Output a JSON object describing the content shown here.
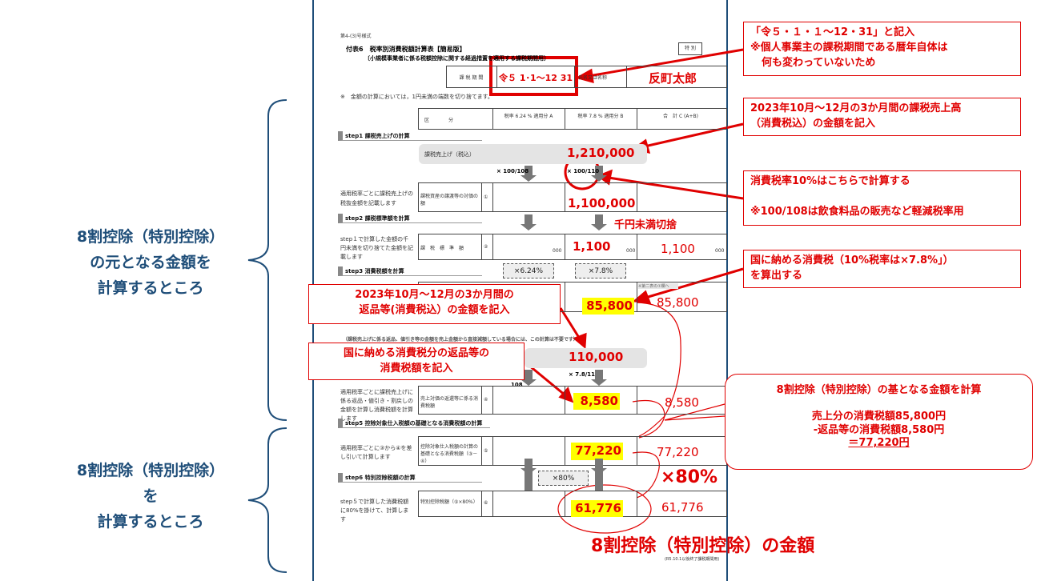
{
  "form": {
    "form_number": "第4-(3)号様式",
    "title": "付表6　税率別消費税額計算表【簡易版】",
    "subtitle": "〔小規模事業者に係る税額控除に関する経過措置を適用する課税期間用〕",
    "special_label": "特 別",
    "period_label": "課 税 期 間",
    "period_value": "令５ 1･1～12 31",
    "name_label": "氏名又は名称",
    "name_value": "反町太郎",
    "rounding_note": "※　金額の計算においては，1円未満の端数を切り捨てます。",
    "columns": [
      "区　　　　分",
      "税率 6.24 % 適用分 A",
      "税率 7.8 % 適用分 B",
      "合　計 C (A+B)"
    ],
    "steps": [
      {
        "label": "step1 課税売上げの計算"
      },
      {
        "label": "step2 課税標準額を計算"
      },
      {
        "label": "step3 消費税額を計算"
      },
      {
        "label": "step5 控除対象仕入税額の基礎となる消費税額の計算"
      },
      {
        "label": "step6 特別控除税額の計算"
      }
    ],
    "taxable_sales_label": "課税売上げ（税込）",
    "taxable_sales_value": "1,210,000",
    "fraction_reduced": "× 100/108",
    "fraction_standard": "× 100/110",
    "fraction_return": "× 7.8/110",
    "fraction_return_reduced": "108",
    "rows": [
      {
        "desc": "適用税率ごとに課税売上げの税抜金額を記載します",
        "label": "課税資産の譲渡等の対価の額",
        "num": "①",
        "b": "1,100,000",
        "c": ""
      },
      {
        "desc": "step１で計算した金額の千円未満を切り捨てた金額を記載します",
        "label": "課　税　標　準　額",
        "num": "②",
        "a_suffix": "000",
        "b": "1,100",
        "b_suffix": "000",
        "c": "1,100",
        "c_suffix": "000"
      },
      {
        "desc": "",
        "label": "",
        "num": "",
        "b": "85,800",
        "c": "85,800"
      },
      {
        "desc": "適用税率ごとに課税売上げに係る返品・値引き・割戻しの金額を計算し消費税額を計算します",
        "label": "売上対価の返還等に係る消費税額",
        "num": "④",
        "b": "8,580",
        "c": "8,580"
      },
      {
        "desc": "適用税率ごとに③から④を差し引いて計算します",
        "label": "控除対象仕入税額の計算の基礎となる消費税額（③－④）",
        "num": "⑤",
        "b": "77,220",
        "c": "77,220"
      },
      {
        "desc": "step５で計算した消費税額に80%を掛けて、計算します",
        "label": "特別控除税額（⑤×80%）",
        "num": "⑥",
        "b": "61,776",
        "c": "61,776"
      }
    ],
    "mul_reduced": "×6.24%",
    "mul_standard": "×7.8%",
    "mul_80": "×80%",
    "step4_note": "（課税売上げに係る返品、値引き等の金額を売上金額から直接減額している場合には、この計算は不要です）",
    "returns_value": "110,000",
    "cell_hint": "※第二表の①欄へ",
    "footer": "(R5.10.1以後終了課税期間用)"
  },
  "annotations": {
    "period": [
      "「令５・１・１～12・31」と記入",
      "※個人事業主の課税期間である暦年自体は",
      "何も変わっていないため"
    ],
    "sales": [
      "2023年10月～12月の3か月間の課税売上高",
      "（消費税込）の金額を記入"
    ],
    "rate": [
      "消費税率10%はこちらで計算する",
      "※100/108は飲食料品の販売など軽減税率用"
    ],
    "national_tax": [
      "国に納める消費税（10%税率は×7.8%」）",
      "を算出する"
    ],
    "returns": [
      "2023年10月～12月の3か月間の",
      "返品等(消費税込）の金額を記入"
    ],
    "returns_tax": [
      "国に納める消費税分の返品等の",
      "消費税額を記入"
    ],
    "base_calc": [
      "8割控除（特別控除）の基となる金額を計算",
      "売上分の消費税額85,800円",
      "-返品等の消費税額8,580円",
      "＝77,220円"
    ],
    "round_down": "千円未満切捨",
    "times80": "×80%",
    "result": "8割控除（特別控除）の金額",
    "left_top": [
      "8割控除（特別控除）",
      "の元となる金額を",
      "計算するところ"
    ],
    "left_bottom": [
      "8割控除（特別控除）",
      "を",
      "計算するところ"
    ]
  },
  "colors": {
    "red": "#e00000",
    "navy": "#1f4e79",
    "highlight": "#ffff00"
  }
}
